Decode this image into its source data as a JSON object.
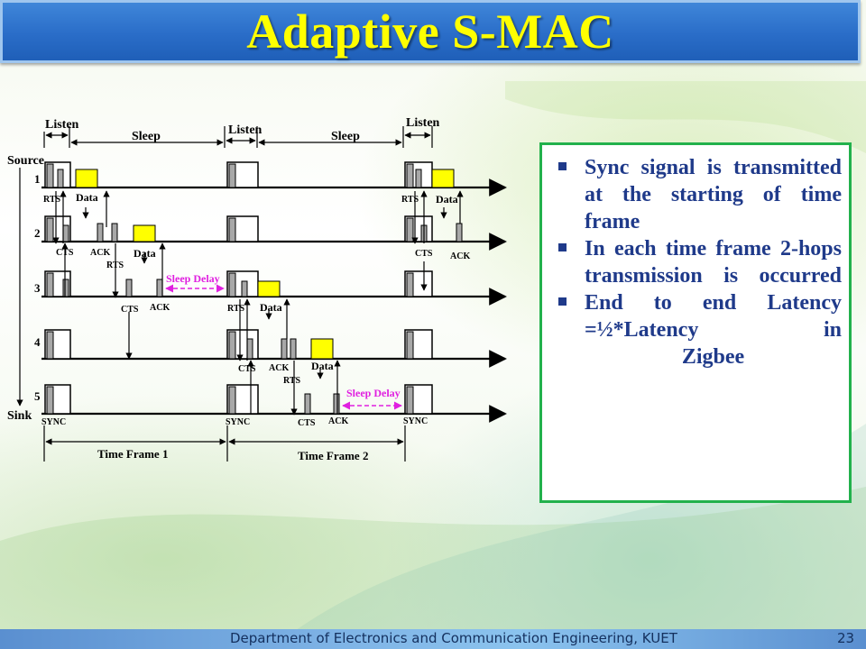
{
  "slide": {
    "title": "Adaptive S-MAC",
    "footer": "Department of Electronics and Communication Engineering, KUET",
    "page_number": "23"
  },
  "diagram": {
    "header_labels": [
      "Listen",
      "Sleep",
      "Listen",
      "Sleep",
      "Listen"
    ],
    "source_label": "Source",
    "sink_label": "Sink",
    "node_numbers": [
      "1",
      "2",
      "3",
      "4",
      "5"
    ],
    "rts": "RTS",
    "cts": "CTS",
    "ack": "ACK",
    "data": "Data",
    "sleep_delay": "Sleep Delay",
    "sync": "SYNC",
    "time_frame_1": "Time Frame 1",
    "time_frame_2": "Time Frame 2"
  },
  "bullets": {
    "items": [
      {
        "lines": [
          "Sync signal is transmitted at the starting of time frame"
        ],
        "last": ""
      },
      {
        "lines": [
          "In each time frame 2-hops transmission is occurred"
        ],
        "last": ""
      },
      {
        "lines": [
          "End to end Latency =½*Latency in"
        ],
        "last": "Zigbee"
      }
    ]
  },
  "colors": {
    "title_bar": "#2a6dc8",
    "title_text": "#ffff00",
    "bullet_text": "#1f3a8a",
    "box_border": "#22b14c",
    "data_block": "#ffff00",
    "sleep_delay": "#e020e0"
  }
}
